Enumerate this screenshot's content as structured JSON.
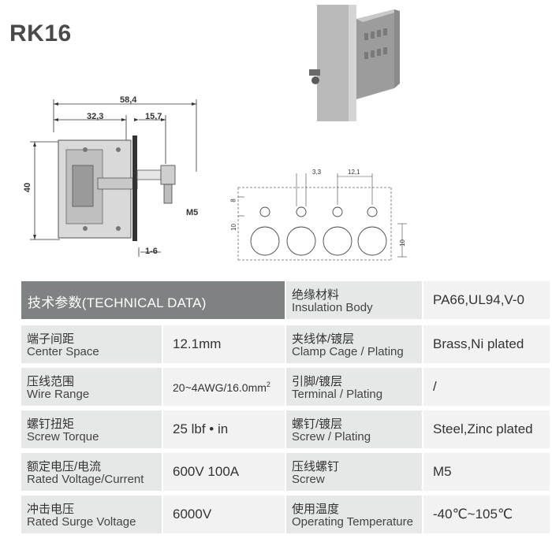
{
  "title": "RK16",
  "drawing": {
    "dim_overall": "58,4",
    "dim_left": "32,3",
    "dim_right": "15,7",
    "dim_height": "40",
    "dim_screw": "M5",
    "dim_panel": "1-6",
    "dim_pitch_small": "3,3",
    "dim_pitch": "12,1",
    "dim_v8": "8",
    "dim_v10_left": "10",
    "dim_v10_right": "10"
  },
  "table": {
    "header": "技术参数(TECHNICAL DATA)",
    "rows": [
      {
        "zh": "端子间距",
        "en": "Center Space",
        "value": "12.1mm",
        "zh2": "夹线体/镀层",
        "en2": "Clamp Cage / Plating",
        "value2": "Brass,Ni plated"
      },
      {
        "zh": "压线范围",
        "en": "Wire Range",
        "value": "20~4AWG/16.0mm",
        "value_sup": "2",
        "zh2": "引脚/镀层",
        "en2": "Terminal / Plating",
        "value2": "/"
      },
      {
        "zh": "螺钉扭矩",
        "en": "Screw Torque",
        "value": "25 lbf • in",
        "zh2": "螺钉/镀层",
        "en2": "Screw / Plating",
        "value2": "Steel,Zinc plated"
      },
      {
        "zh": "额定电压/电流",
        "en": "Rated Voltage/Current",
        "value": "600V 100A",
        "zh2": "压线螺钉",
        "en2": "Screw",
        "value2": "M5"
      },
      {
        "zh": "冲击电压",
        "en": "Rated Surge Voltage",
        "value": "6000V",
        "zh2": "使用温度",
        "en2": "Operating Temperature",
        "value2": "-40℃~105℃"
      }
    ],
    "top_right": {
      "zh": "绝缘材料",
      "en": "Insulation Body",
      "value": "PA66,UL94,V-0"
    }
  }
}
